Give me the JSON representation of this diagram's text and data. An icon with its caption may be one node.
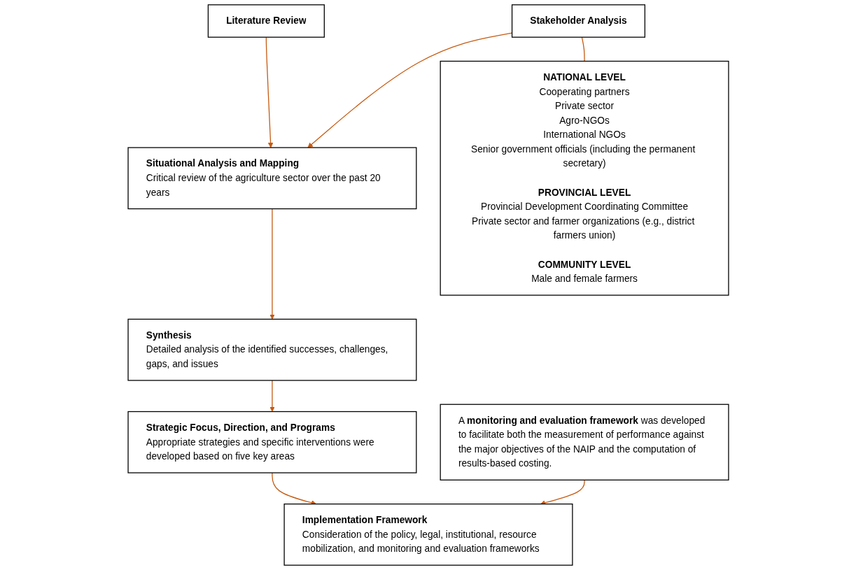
{
  "diagram": {
    "nodes": [
      {
        "text": [
          "Literature Review"
        ]
      },
      {
        "text": [
          "Stakeholder Analysis"
        ]
      },
      {
        "text": [
          "Situational Analysis and Mapping",
          "Critical review of the agriculture sector over the past 20 years"
        ]
      },
      {
        "text": [
          "Synthesis",
          "Detailed analysis of the identified successes, challenges, gaps, and issues"
        ]
      },
      {
        "text": [
          "Strategic Focus, Direction, and Programs",
          "Appropriate strategies and specific interventions were developed based on five key areas"
        ]
      },
      {
        "text": [
          "Implementation Framework",
          "Consideration of the policy, legal, institutional, resource mobilization, and monitoring and evaluation frameworks"
        ]
      },
      {
        "text": [
          "NATIONAL LEVEL",
          "Cooperating partners",
          "Private sector",
          "Agro-NGOs",
          "International NGOs",
          "Senior government officials (including the permanent secretary)",
          "PROVINCIAL LEVEL",
          "Provincial Development Coordinating Committee",
          "Private sector and farmer organizations (e.g., district farmers union)",
          "COMMUNITY LEVEL",
          "Male and female farmers"
        ]
      },
      {
        "text": [
          "A **monitoring and evaluation framework** was developed to facilitate both the measurement of performance against the major objectives of the NAIP and the computation of results-based costing."
        ]
      }
    ],
    "edges": [
      {
        "from": 0,
        "to": 2,
        "arrow": "to"
      },
      {
        "from": 1,
        "to": 2,
        "arrow": "to"
      },
      {
        "from": 1,
        "to": 6,
        "arrow": "none"
      },
      {
        "from": 2,
        "to": 3,
        "arrow": "to"
      },
      {
        "from": 3,
        "to": 4,
        "arrow": "to"
      },
      {
        "from": 4,
        "to": 5,
        "arrow": "to"
      },
      {
        "from": 7,
        "to": 5,
        "arrow": "to"
      }
    ]
  }
}
